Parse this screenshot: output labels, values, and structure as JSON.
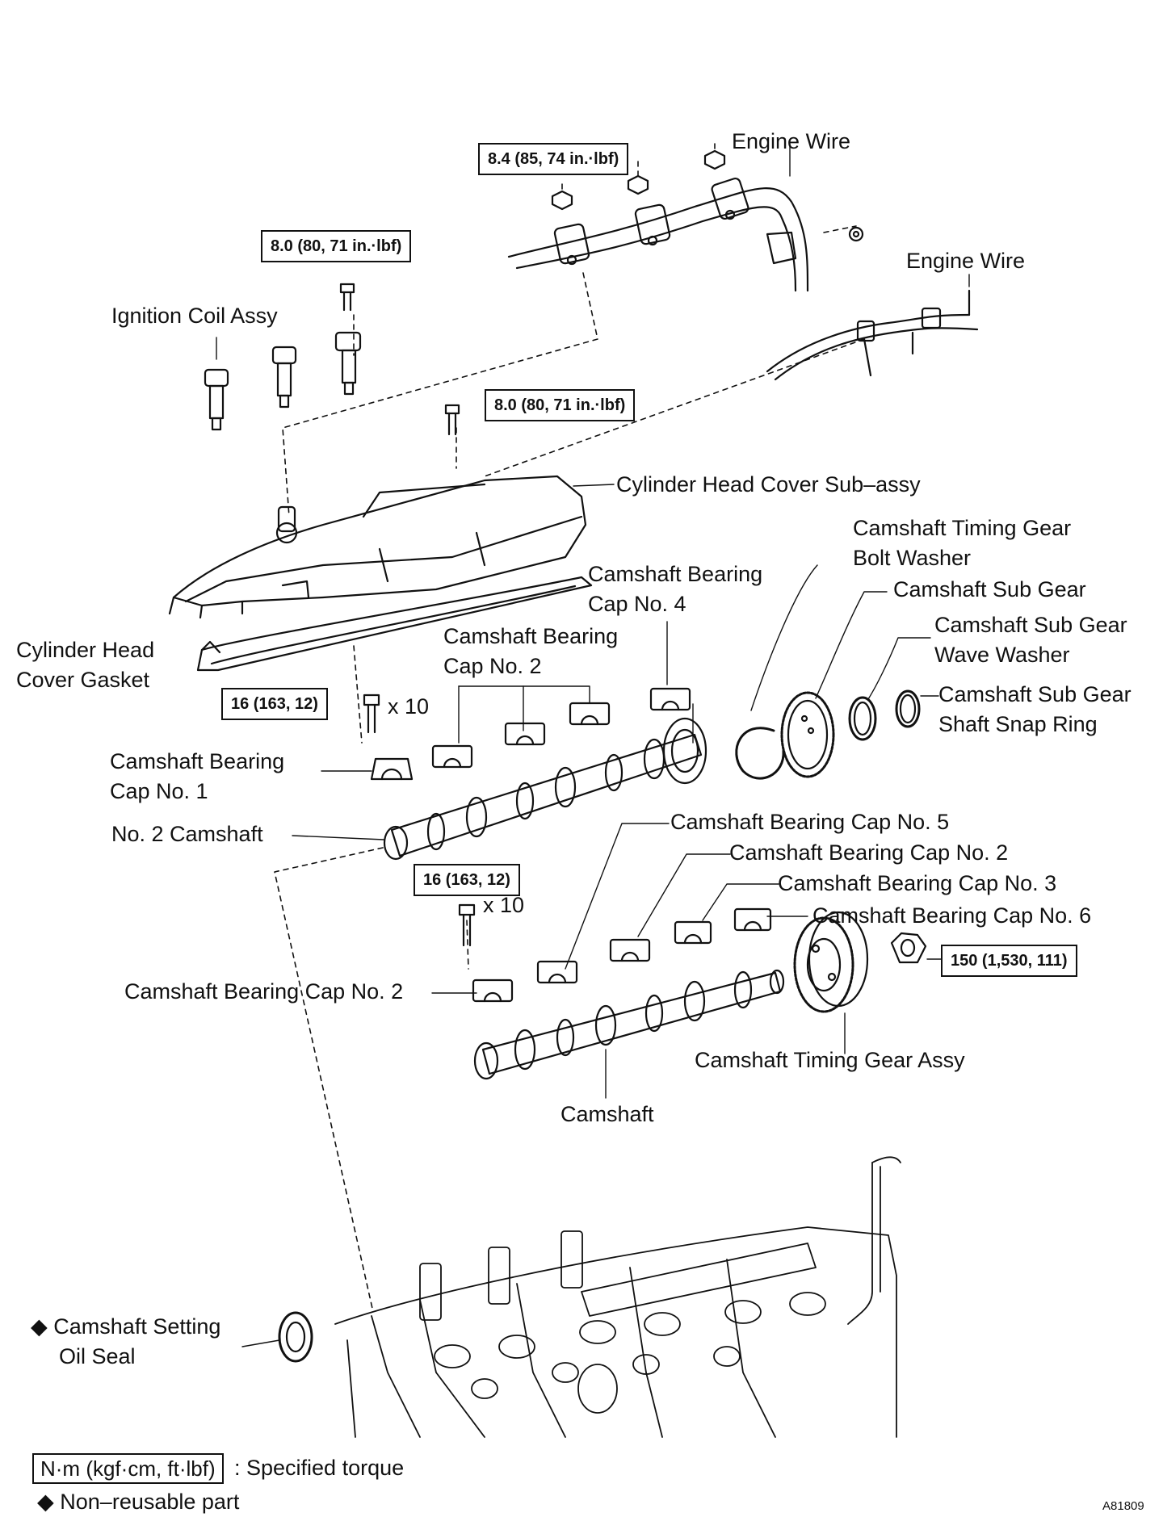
{
  "torque_specs": {
    "engine_wire_nut": "8.4 (85, 74 in.·lbf)",
    "ignition_coil_bolt": "8.0 (80, 71 in.·lbf)",
    "cover_bolt": "8.0 (80, 71 in.·lbf)",
    "cap_bolt_upper": "16 (163, 12)",
    "cap_bolt_lower": "16 (163, 12)",
    "timing_gear_bolt": "150 (1,530, 111)"
  },
  "quantities": {
    "upper": "x 10",
    "lower": "x 10"
  },
  "labels": {
    "engine_wire_1": "Engine Wire",
    "engine_wire_2": "Engine Wire",
    "ignition_coil": "Ignition Coil Assy",
    "cylinder_head_cover": "Cylinder Head Cover Sub–assy",
    "timing_gear_bolt_washer_1": "Camshaft Timing Gear",
    "timing_gear_bolt_washer_2": "Bolt Washer",
    "sub_gear": "Camshaft Sub Gear",
    "sub_gear_wave_washer_1": "Camshaft Sub Gear",
    "sub_gear_wave_washer_2": "Wave Washer",
    "snap_ring_1": "Camshaft Sub Gear",
    "snap_ring_2": "Shaft Snap Ring",
    "cap4_1": "Camshaft Bearing",
    "cap4_2": "Cap No. 4",
    "cap2_upper_1": "Camshaft Bearing",
    "cap2_upper_2": "Cap No. 2",
    "gasket_1": "Cylinder Head",
    "gasket_2": "Cover Gasket",
    "cap1_1": "Camshaft Bearing",
    "cap1_2": "Cap No. 1",
    "no2_camshaft": "No. 2 Camshaft",
    "cap5": "Camshaft Bearing Cap No. 5",
    "cap2_mid": "Camshaft Bearing Cap No. 2",
    "cap3": "Camshaft Bearing Cap No. 3",
    "cap6": "Camshaft Bearing Cap No. 6",
    "cap2_lower": "Camshaft Bearing Cap No. 2",
    "timing_gear_assy": "Camshaft Timing Gear Assy",
    "camshaft": "Camshaft",
    "oil_seal_1": "Camshaft Setting",
    "oil_seal_2": "Oil Seal"
  },
  "legend": {
    "torque_unit": "N·m (kgf·cm, ft·lbf)",
    "torque_text": ": Specified torque",
    "diamond": "◆",
    "non_reusable": "Non–reusable part"
  },
  "figure_id": "A81809"
}
